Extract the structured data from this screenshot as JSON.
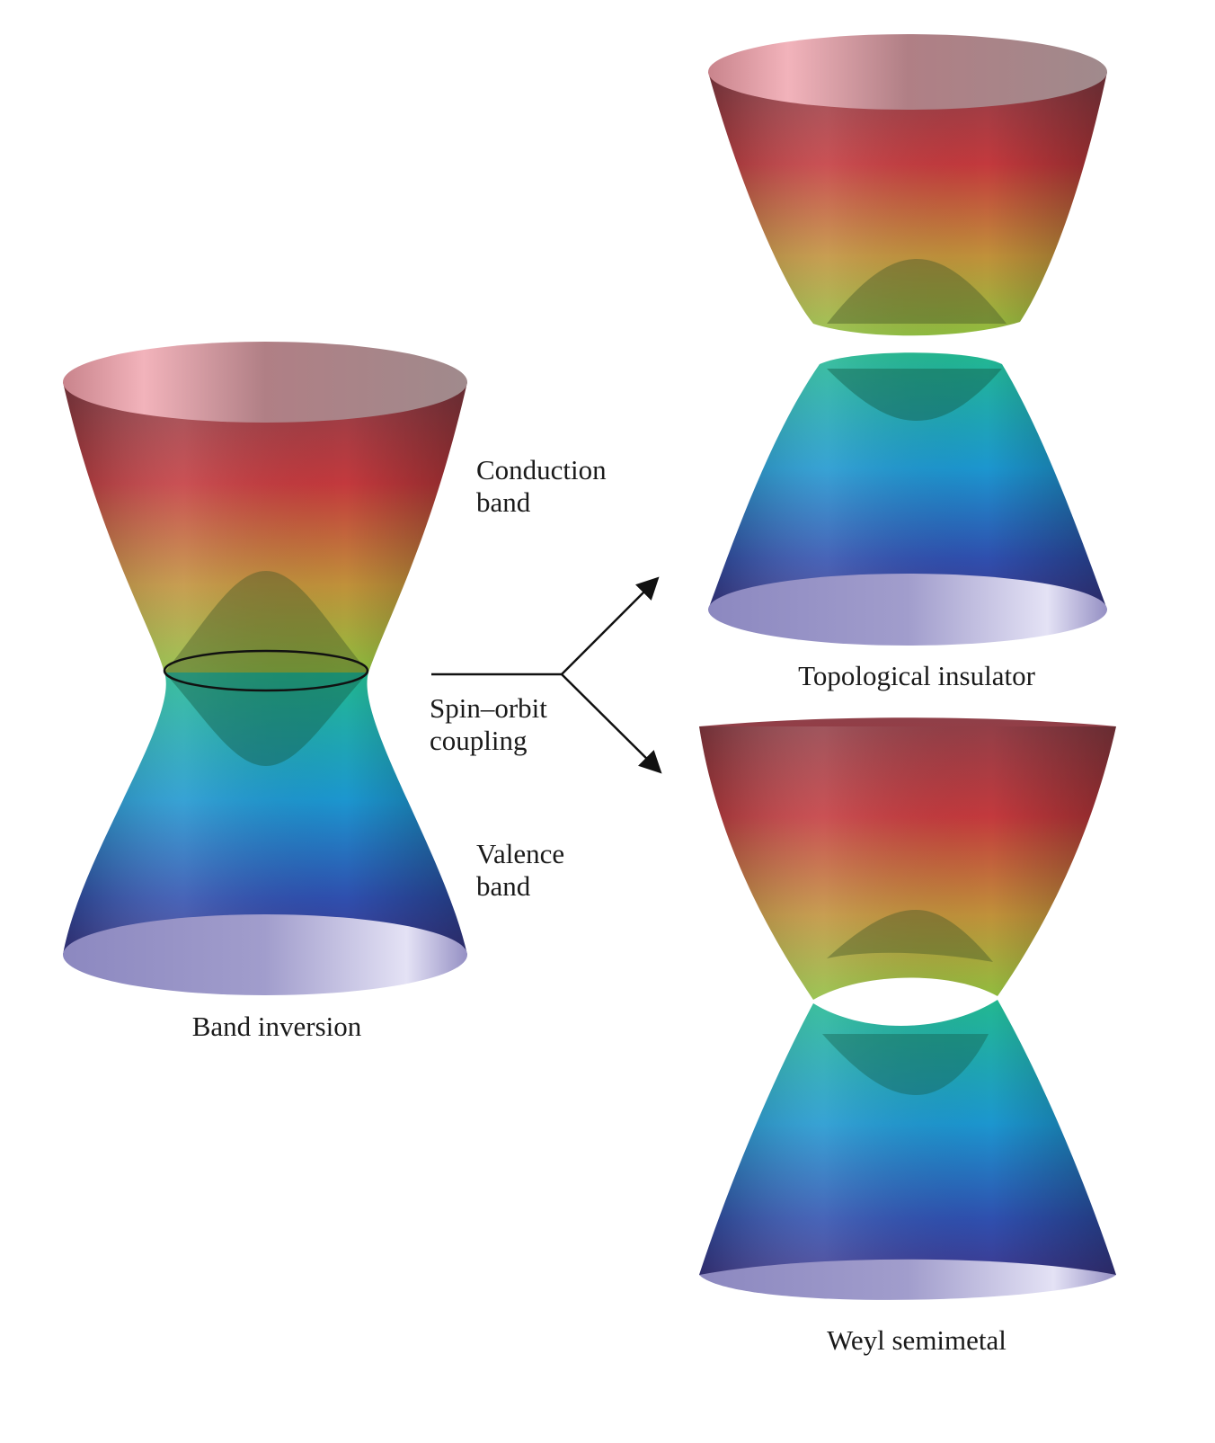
{
  "labels": {
    "conduction": [
      "Conduction",
      "band"
    ],
    "valence": [
      "Valence",
      "band"
    ],
    "band_inversion": "Band inversion",
    "spin_orbit": [
      "Spin–orbit",
      "coupling"
    ],
    "topological_insulator": "Topological insulator",
    "weyl_semimetal": "Weyl semimetal"
  },
  "colors": {
    "upper_top": "#9a4a52",
    "upper_mid": "#c83a3e",
    "upper_bottom": "#a8b83a",
    "lower_top": "#1fae92",
    "lower_mid": "#1f8fd0",
    "lower_bottom": "#3a3f9a",
    "cap_top": "#b07f85",
    "cap_bottom": "#9b97c9"
  }
}
